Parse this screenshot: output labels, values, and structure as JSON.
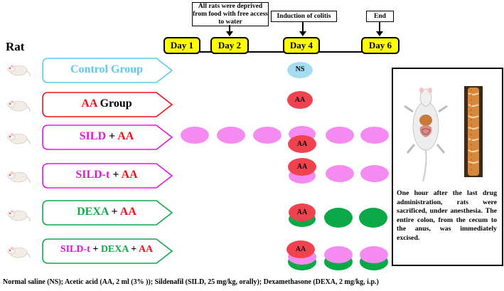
{
  "header": {
    "rat_label": "Rat",
    "annotations": [
      {
        "text": "All rats were deprived from food with free access to water"
      },
      {
        "text": "Induction of colitis"
      },
      {
        "text": "End"
      }
    ],
    "days": [
      "Day 1",
      "Day 2",
      "Day 4",
      "Day 6"
    ]
  },
  "groups": [
    {
      "parts": [
        {
          "text": "Control Group",
          "color": "#5ec8ef"
        }
      ],
      "border": "#5ec8ef"
    },
    {
      "parts": [
        {
          "text": "AA",
          "color": "#e8141b"
        },
        {
          "text": " Group",
          "color": "#000000"
        }
      ],
      "border": "#e8141b"
    },
    {
      "parts": [
        {
          "text": "SILD",
          "color": "#e314e0"
        },
        {
          "text": " + ",
          "color": "#000000"
        },
        {
          "text": "AA",
          "color": "#e8141b"
        }
      ],
      "border": "#e314e0"
    },
    {
      "parts": [
        {
          "text": "SILD-t",
          "color": "#e314e0"
        },
        {
          "text": " + ",
          "color": "#000000"
        },
        {
          "text": "AA",
          "color": "#e8141b"
        }
      ],
      "border": "#e314e0"
    },
    {
      "parts": [
        {
          "text": "DEXA",
          "color": "#14a84a"
        },
        {
          "text": " + ",
          "color": "#000000"
        },
        {
          "text": "AA",
          "color": "#e8141b"
        }
      ],
      "border": "#14a84a"
    },
    {
      "parts": [
        {
          "text": "SILD-t",
          "color": "#e314e0"
        },
        {
          "text": " + ",
          "color": "#000000"
        },
        {
          "text": "DEXA",
          "color": "#14a84a"
        },
        {
          "text": " + ",
          "color": "#000000"
        },
        {
          "text": "AA",
          "color": "#e8141b"
        }
      ],
      "border": "#14a84a"
    }
  ],
  "markers": {
    "ns_label": "NS",
    "aa_label": "AA"
  },
  "colors": {
    "ns": "#a6dcf2",
    "aa": "#ef4450",
    "sild": "#f58bf0",
    "dexa": "#0ba848",
    "day_pill": "#ffff00"
  },
  "info": {
    "text": "One hour after the last drug administration, rats were sacrificed, under anesthesia. The entire colon, from the cecum to the anus, was immediately excised."
  },
  "footnote": {
    "text": "Normal saline (NS);  Acetic acid (AA, 2 ml (3% )); Sildenafil (SILD, 25 mg/kg, orally); Dexamethasone (DEXA, 2 mg/kg, i.p.)"
  }
}
